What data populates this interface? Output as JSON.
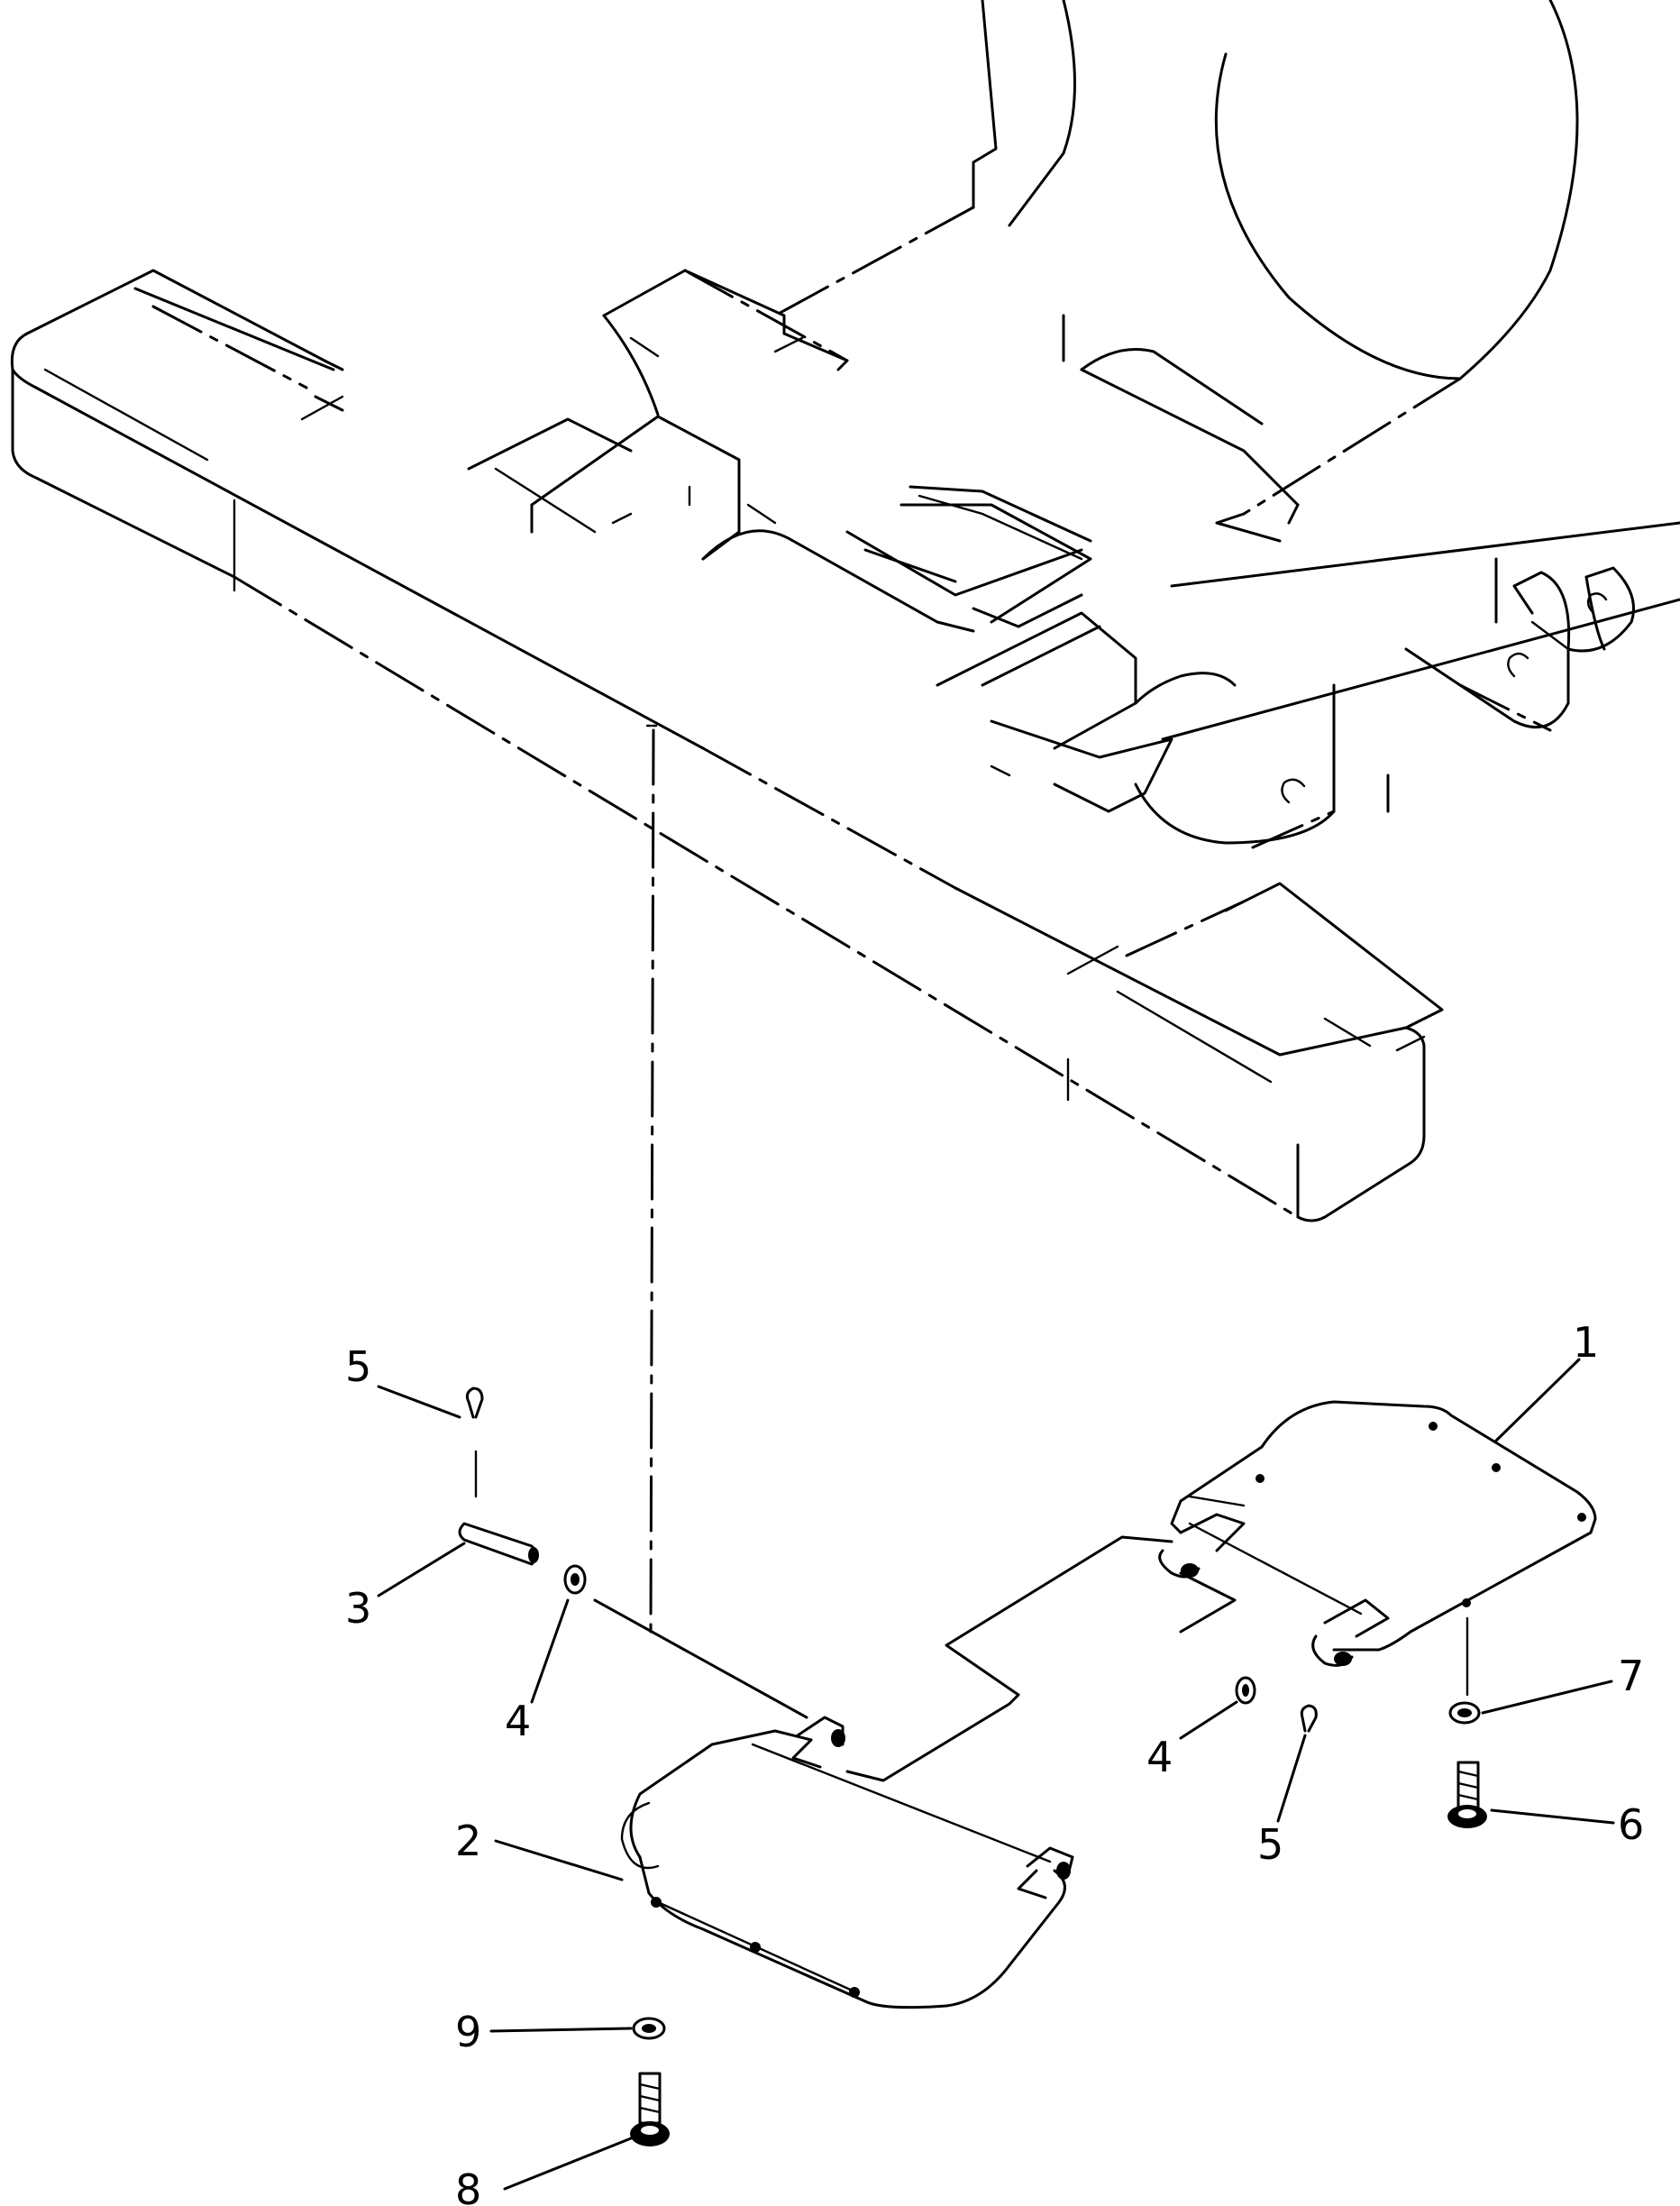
{
  "callouts": [
    {
      "id": "c1",
      "label": "1"
    },
    {
      "id": "c2",
      "label": "2"
    },
    {
      "id": "c3",
      "label": "3"
    },
    {
      "id": "c4a",
      "label": "4"
    },
    {
      "id": "c4b",
      "label": "4"
    },
    {
      "id": "c5a",
      "label": "5"
    },
    {
      "id": "c5b",
      "label": "5"
    },
    {
      "id": "c6",
      "label": "6"
    },
    {
      "id": "c7",
      "label": "7"
    },
    {
      "id": "c8",
      "label": "8"
    },
    {
      "id": "c9",
      "label": "9"
    }
  ]
}
